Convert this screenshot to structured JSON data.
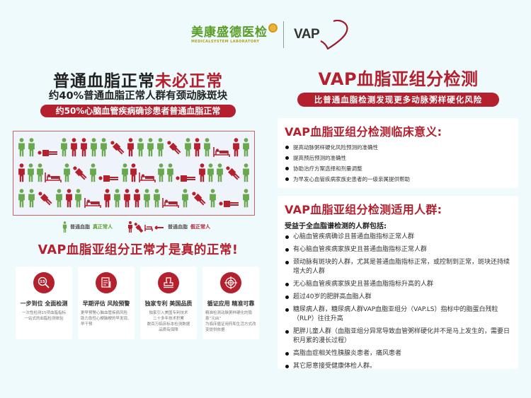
{
  "header": {
    "brand_cn": "美康盛德医检",
    "brand_en": "MEDICALSYSTEM LABORATORY",
    "partner_logo": "VAP"
  },
  "left": {
    "title_black": "普通血脂正常",
    "title_red": "未必正常",
    "subtitle": "约40%普通血脂正常人群有颈动脉斑块",
    "pill": "约50%心脑血管疾病确诊患者普通血脂正常",
    "grid": [
      [
        "G",
        "G",
        "L",
        "G",
        "R",
        "R",
        "G",
        "G",
        "F",
        "R",
        "G",
        "G",
        "G",
        "F",
        "G",
        "R",
        "G",
        "B",
        "R",
        "G"
      ],
      [
        "R",
        "G",
        "G",
        "B",
        "G",
        "F",
        "G",
        "L",
        "G",
        "R",
        "B",
        "G",
        "G",
        "L",
        "R",
        "G",
        "G",
        "F",
        "G"
      ],
      [
        "G",
        "G",
        "F",
        "G",
        "R",
        "G",
        "B",
        "R",
        "G",
        "R",
        "R",
        "G",
        "G",
        "B",
        "G",
        "F",
        "G",
        "L",
        "G"
      ]
    ],
    "grid_legend_key": {
      "G": "green-standing",
      "R": "red-standing",
      "F": "red-falling",
      "L": "red-lying",
      "B": "red-bed"
    },
    "legend": {
      "true_normal_prefix": "普通血脂",
      "true_normal_hl": "真正常人",
      "false_normal_prefix": "普通血脂",
      "false_normal_hl": "假正常人"
    },
    "slogan": "VAP血脂亚组分正常才是真的正常!",
    "features": [
      {
        "icon": "magnifier-15-icon",
        "badge": "15",
        "title": "一步到位 全面检测",
        "desc": "一次性检测15项血脂指标\n一站式的血脂检测体验",
        "align": "center"
      },
      {
        "icon": "document-pen-icon",
        "title": "早期评估 风险预警",
        "desc": "更早预警心脑血管疾病风险\n助力急性心梗脑梗的早发现、早干预",
        "align": "left"
      },
      {
        "icon": "stamp-icon",
        "title": "独家专利 美国品质",
        "desc": "独家引入美国专利技术\n二十多年技术积累\n数百万临床标本检测数据\n品质有保障",
        "align": "center"
      },
      {
        "icon": "target-icon",
        "title": "循证应用 精准可靠",
        "desc": "精准检测动脉粥样硬化的隐患“元凶”\n为临床循证用药和生活方式改变提供依据",
        "align": "left"
      }
    ]
  },
  "right": {
    "title": "VAP血脂亚组分检测",
    "pill": "比普通血脂检测发现更多动脉粥样硬化风险",
    "significance": {
      "title": "VAP血脂亚组分检测临床意义:",
      "items": [
        "提高动脉粥样硬化风险预测的准确性",
        "提高预后预测的准确性",
        "协助治疗方案选择和剂量调整",
        "为早发心血管疾病家族史患者的一级亲属提供帮助"
      ]
    },
    "population": {
      "title": "VAP血脂亚组分检测适用人群:",
      "intro": "受益于全血脂谱检测的人群包括:",
      "items": [
        "心脑血管疾病确诊且普通血脂指标正常人群",
        "有心脑血管疾病家族史且普通血脂指标正常人群",
        "颈动脉有斑块的人群，尤其是普通血脂指标正常，或控制到正常，斑块还持续增大的人群",
        "无心脑血管疾病家族史且普通血脂指标升高的人群",
        "超过40岁的肥胖高血脂人群",
        "糖尿病人群，糖尿病人群VAP血脂亚组分（VAP.LS）指标中的脂蛋白残粒（RLP）往往升高",
        "肥胖儿童人群（血脂亚组分异常导致血管粥样硬化并不是马上发生的，需要日积月累的漫长过程）",
        "高脂血症相关性胰腺炎患者，痛风患者",
        "其它愿意接受健康体检人群。"
      ]
    }
  },
  "colors": {
    "background": "#eefafb",
    "accent_red": "#b5202e",
    "green": "#6aa84f",
    "brand_green": "#5a9e2a"
  }
}
